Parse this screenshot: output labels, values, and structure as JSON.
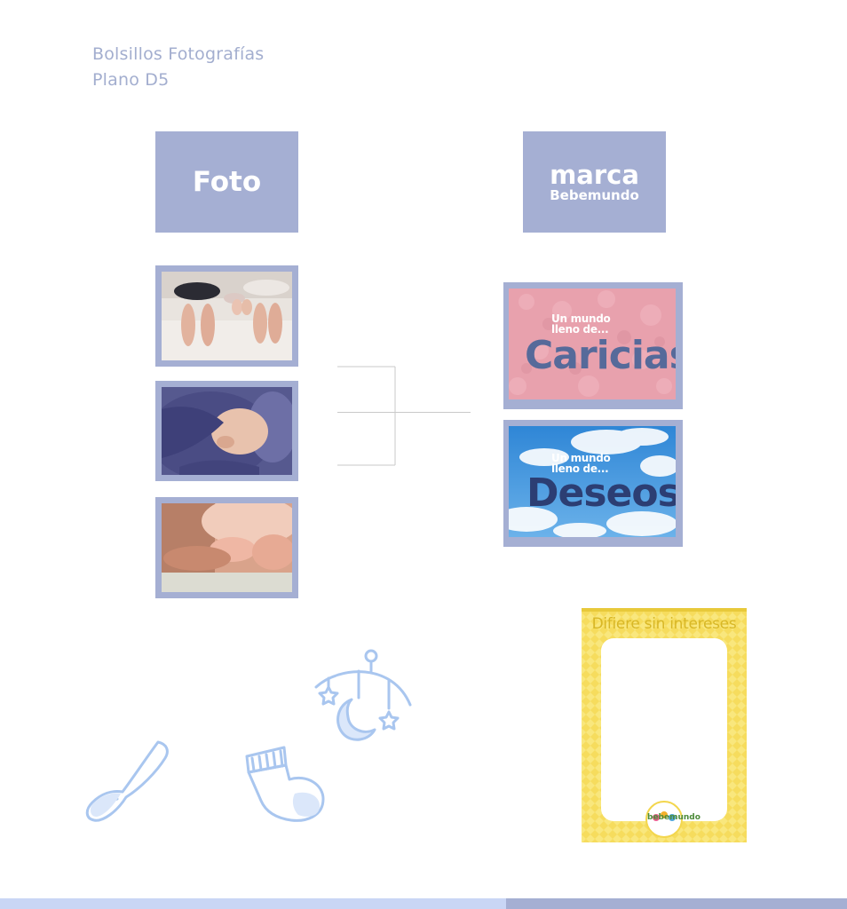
{
  "header": {
    "line1": "Bolsillos Fotografías",
    "line2": "Plano D5"
  },
  "labels": {
    "foto": "Foto",
    "marca_line1": "marca",
    "marca_line2": "Bebemundo"
  },
  "brand_cards": [
    {
      "subtitle_line1": "Un mundo",
      "subtitle_line2": "lleno de...",
      "word": "Caricias"
    },
    {
      "subtitle_line1": "Un mundo",
      "subtitle_line2": "lleno de...",
      "word": "Deseos"
    }
  ],
  "poster": {
    "title": "Difiere sin intereses",
    "logo_text": "bebemundo"
  },
  "colors": {
    "accent": "#a5afd3",
    "header_text": "#a3aecf",
    "caricias_bg": "#e8a1ad",
    "caricias_text": "#566a9a",
    "deseos_sky": "#3d8fd9",
    "deseos_text": "#2c3e73",
    "poster_yellow": "#f9e77d",
    "icon_stroke": "#a9c6ef",
    "bar_left": "#c9d6f5",
    "bar_right": "#a5afd3"
  },
  "icons": [
    "spoon-icon",
    "sock-icon",
    "baby-mobile-icon"
  ]
}
